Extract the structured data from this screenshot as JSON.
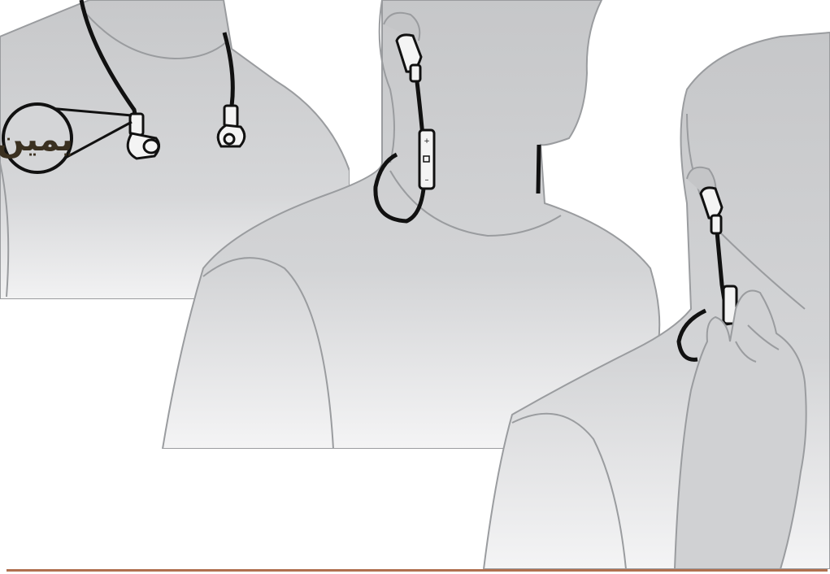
{
  "callout": {
    "label": "يمين"
  },
  "colors": {
    "skin_fill": "#c9cacc",
    "skin_outline": "#8f9194",
    "cable": "#111111",
    "earbud": "#f4f4f4",
    "rule": "#b07050"
  },
  "panels": [
    {
      "id": "step-1",
      "description_icon": "earbuds-hanging-neck"
    },
    {
      "id": "step-2",
      "description_icon": "earbud-in-ear-cable-behind-neck"
    },
    {
      "id": "step-3",
      "description_icon": "hand-adjusting-remote"
    }
  ]
}
